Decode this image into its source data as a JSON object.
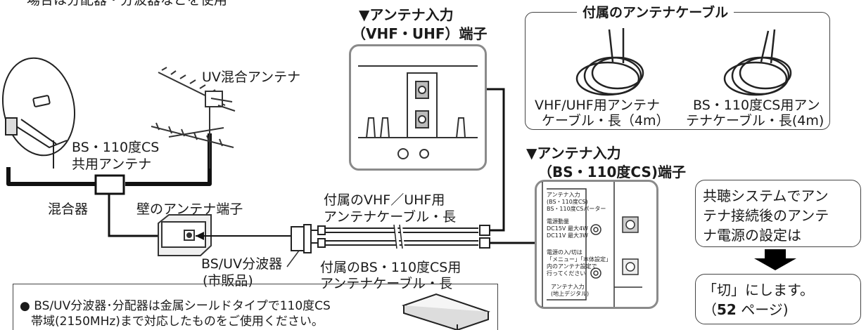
{
  "top_cut_text": "場合は分配器・分波器などを使用",
  "vhf_terminal": {
    "title_line1": "▼アンテナ入力",
    "title_line2": "（VHF・UHF）端子"
  },
  "bs_terminal": {
    "title_line1": "▼アンテナ入力",
    "title_line2": "（BS・110度CS)端子"
  },
  "included_cables": {
    "heading": "付属のアンテナケーブル",
    "vhf_cable_caption": [
      "VHF/UHF用アンテナ",
      "ケーブル・長（4m）"
    ],
    "bs_cable_caption": [
      "BS・110度CS用アン",
      "テナケーブル・長(4m)"
    ]
  },
  "uv_antenna_label": "UV混合アンテナ",
  "bs_antenna_label": [
    "BS・110度CS",
    "共用アンテナ"
  ],
  "mixer_label": "混合器",
  "wall_terminal_label": "壁のアンテナ端子",
  "splitter_label": [
    "BS/UV分波器",
    "(市販品)"
  ],
  "vhf_long_cable_label": [
    "付属のVHF／UHF用",
    "アンテナケーブル・長"
  ],
  "bs_long_cable_label": [
    "付属のBS・110度CS用",
    "アンテナケーブル・長"
  ],
  "tv_panel_text": {
    "label1": [
      "アンテナ入力",
      "(BS・110度CS)",
      "BS・110度CSパーター"
    ],
    "label2": [
      "電源動量",
      "DC15V 最大4W",
      "DC11V 最大3W"
    ],
    "label3": [
      "電源の入/切は",
      "「メニュー」「本体設定」",
      "内のアンテナ設定で",
      "行ってください"
    ],
    "label4": [
      "アンテナ入力",
      "(地上デジタル)"
    ]
  },
  "note_setup": [
    "共聴システムでアン",
    "テナ接続後のアンテ",
    "ナ電源の設定は"
  ],
  "note_result": {
    "line1": "「切」にします。",
    "page_open": "（",
    "page_num": "52",
    "page_suffix": " ページ)"
  },
  "bottom_note": {
    "bullet": "●",
    "line1": "BS/UV分波器･分配器は金属シールドタイプで110度CS",
    "line2": "帯域(2150MHz)まで対応したものをご使用ください。"
  }
}
